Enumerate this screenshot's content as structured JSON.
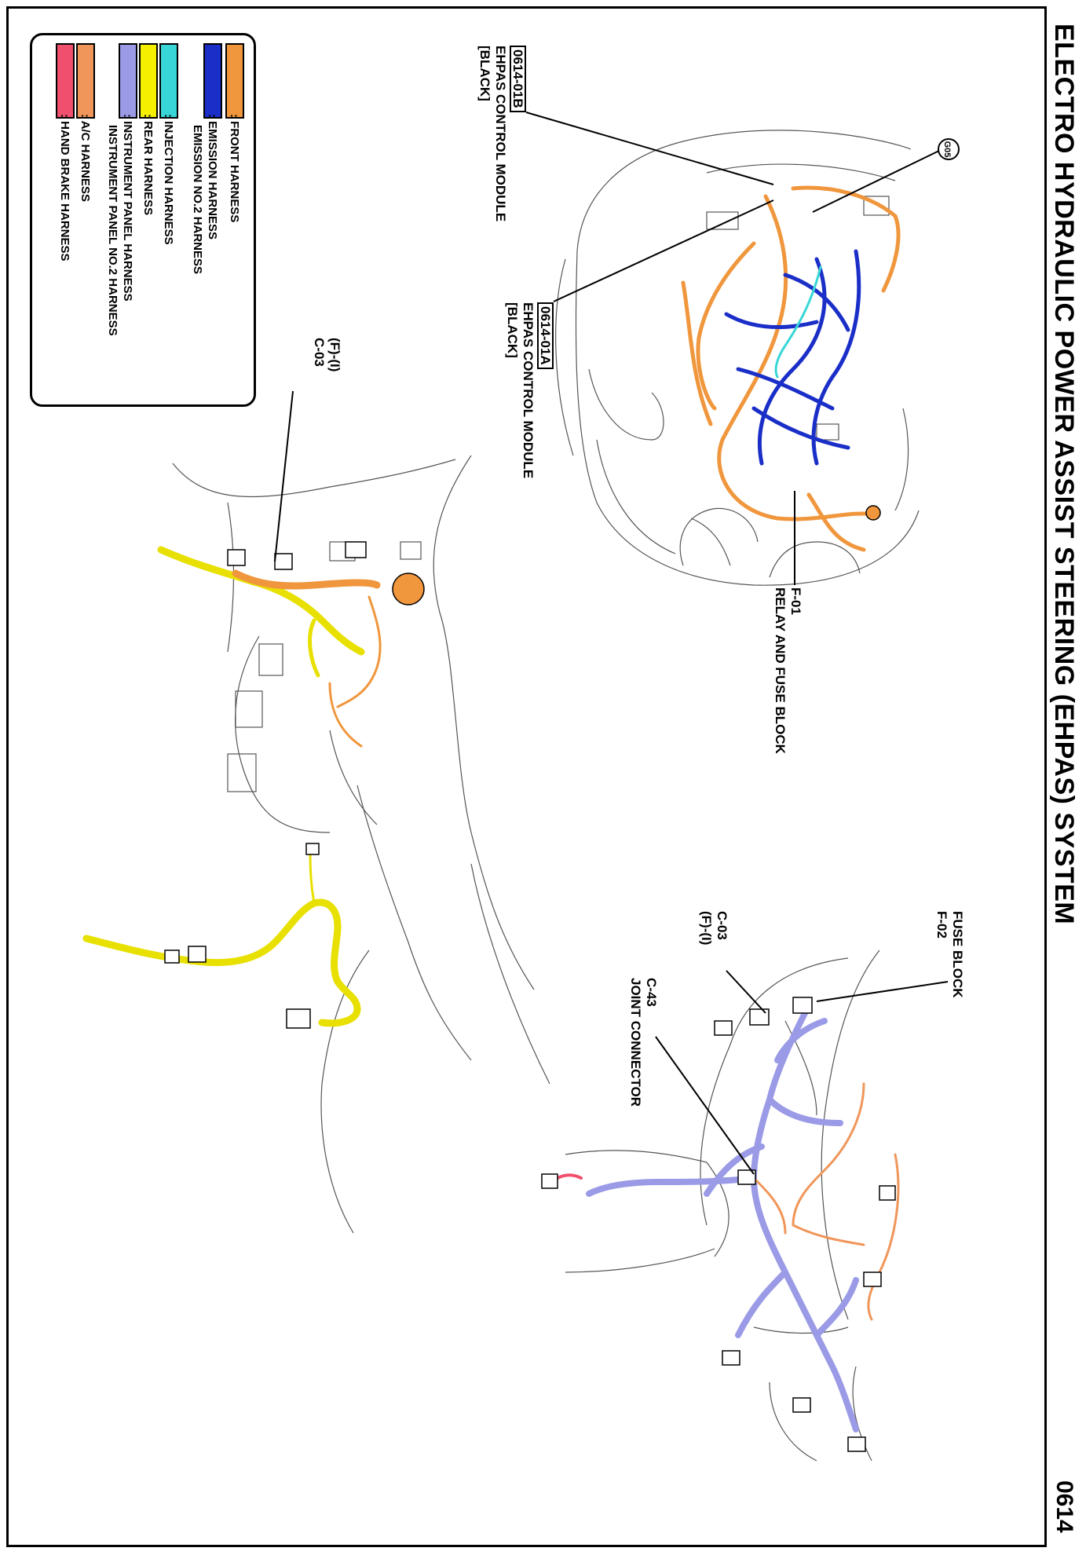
{
  "page": {
    "title": "ELECTRO HYDRAULIC POWER ASSIST STEERING (EHPAS) SYSTEM",
    "page_number": "0614"
  },
  "legend": [
    {
      "color": "#f0963c",
      "text": ": FRONT HARNESS"
    },
    {
      "color": "#1a2ec8",
      "text": ": EMISSION HARNESS",
      "text2": "EMISSION NO.2 HARNESS"
    },
    {
      "color": "#38d6d6",
      "text": ": INJECTION HARNESS"
    },
    {
      "color": "#f5f000",
      "text": ": REAR HARNESS"
    },
    {
      "color": "#9a9ae6",
      "text": ": INSTRUMENT PANEL HARNESS",
      "text2": "INSTRUMENT PANEL NO.2 HARNESS"
    },
    {
      "color": "#f0965a",
      "text": ": A/C HARNESS"
    },
    {
      "color": "#f0506e",
      "text": ": HAND BRAKE HARNESS"
    }
  ],
  "labels": {
    "ground": "G05",
    "conn_b": {
      "code": "0614-01B",
      "name": "EHPAS CONTROL MODULE",
      "color": "[BLACK]"
    },
    "conn_a": {
      "code": "0614-01A",
      "name": "EHPAS CONTROL MODULE",
      "color": "[BLACK]"
    },
    "f01": {
      "code": "F-01",
      "name": "RELAY AND FUSE BLOCK"
    },
    "c03_left": {
      "line1": "(F)-(I)",
      "line2": "C-03"
    },
    "f02": {
      "name": "FUSE BLOCK",
      "code": "F-02"
    },
    "c03_right": {
      "line1": "C-03",
      "line2": "(F)-(I)"
    },
    "c43": {
      "code": "C-43",
      "name": "JOINT CONNECTOR"
    }
  }
}
